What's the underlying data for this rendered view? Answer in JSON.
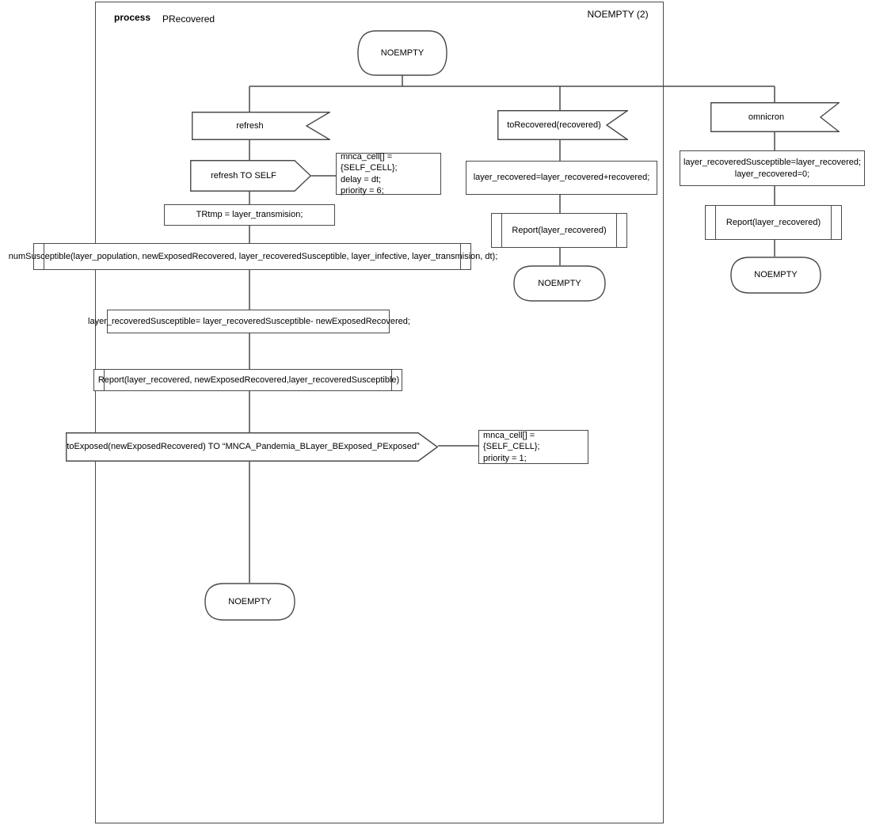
{
  "header": {
    "kind": "process",
    "name": "PRecovered",
    "page_ref": "NOEMPTY (2)"
  },
  "start_state": "NOEMPTY",
  "left_branch": {
    "input": "refresh",
    "output_self": "refresh TO SELF",
    "output_self_comment": "mnca_cell[] = {SELF_CELL};\ndelay = dt;\npriority = 6;",
    "task_trtmp": "TRtmp = layer_transmision;",
    "proc_numsusceptible": "numSusceptible(layer_population, newExposedRecovered, layer_recoveredSusceptible, layer_infective, layer_transmision, dt);",
    "task_update": "layer_recoveredSusceptible= layer_recoveredSusceptible- newExposedRecovered;",
    "proc_report": "Report(layer_recovered, newExposedRecovered,layer_recoveredSusceptible)",
    "output_toexposed": "toExposed(newExposedRecovered) TO “MNCA_Pandemia_BLayer_BExposed_PExposed”",
    "output_toexposed_comment": "mnca_cell[] = {SELF_CELL};\npriority = 1;",
    "end_state": "NOEMPTY"
  },
  "middle_branch": {
    "input": "toRecovered(recovered)",
    "task": "layer_recovered=layer_recovered+recovered;",
    "proc_report": "Report(layer_recovered)",
    "end_state": "NOEMPTY"
  },
  "right_branch": {
    "input": "omnicron",
    "task": "layer_recoveredSusceptible=layer_recovered;\nlayer_recovered=0;",
    "proc_report": "Report(layer_recovered)",
    "end_state": "NOEMPTY"
  },
  "colors": {
    "line": "#4a4a4a",
    "text": "#000000",
    "background": "#ffffff"
  }
}
